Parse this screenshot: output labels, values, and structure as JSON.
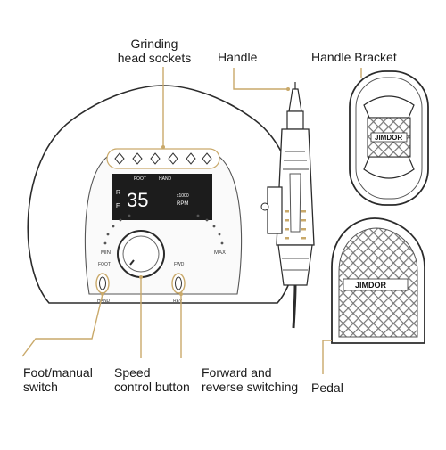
{
  "callouts": {
    "grinding_head_sockets": [
      "Grinding",
      "head sockets"
    ],
    "handle": "Handle",
    "handle_bracket": "Handle Bracket",
    "foot_manual_switch": [
      "Foot/manual",
      "switch"
    ],
    "speed_control_button": [
      "Speed",
      "control button"
    ],
    "forward_reverse": [
      "Forward and",
      "reverse switching"
    ],
    "pedal": "Pedal"
  },
  "device_panel": {
    "foot_label": "FOOT",
    "hand_label": "HAND",
    "r_label": "R",
    "f_label": "F",
    "speed_readout": "35",
    "unit_x1000": "x1000",
    "unit_rpm": "RPM",
    "min_label": "MIN",
    "max_label": "MAX",
    "left_switch_top": "FOOT",
    "left_switch_bottom": "HAND",
    "right_switch_top": "FWD",
    "right_switch_bottom": "REV"
  },
  "brand": "JIMDOR",
  "colors": {
    "leader_line": "#c9a96a",
    "outline": "#2b2b2b",
    "display": "#1c1c1c",
    "display_text": "#ffffff"
  }
}
